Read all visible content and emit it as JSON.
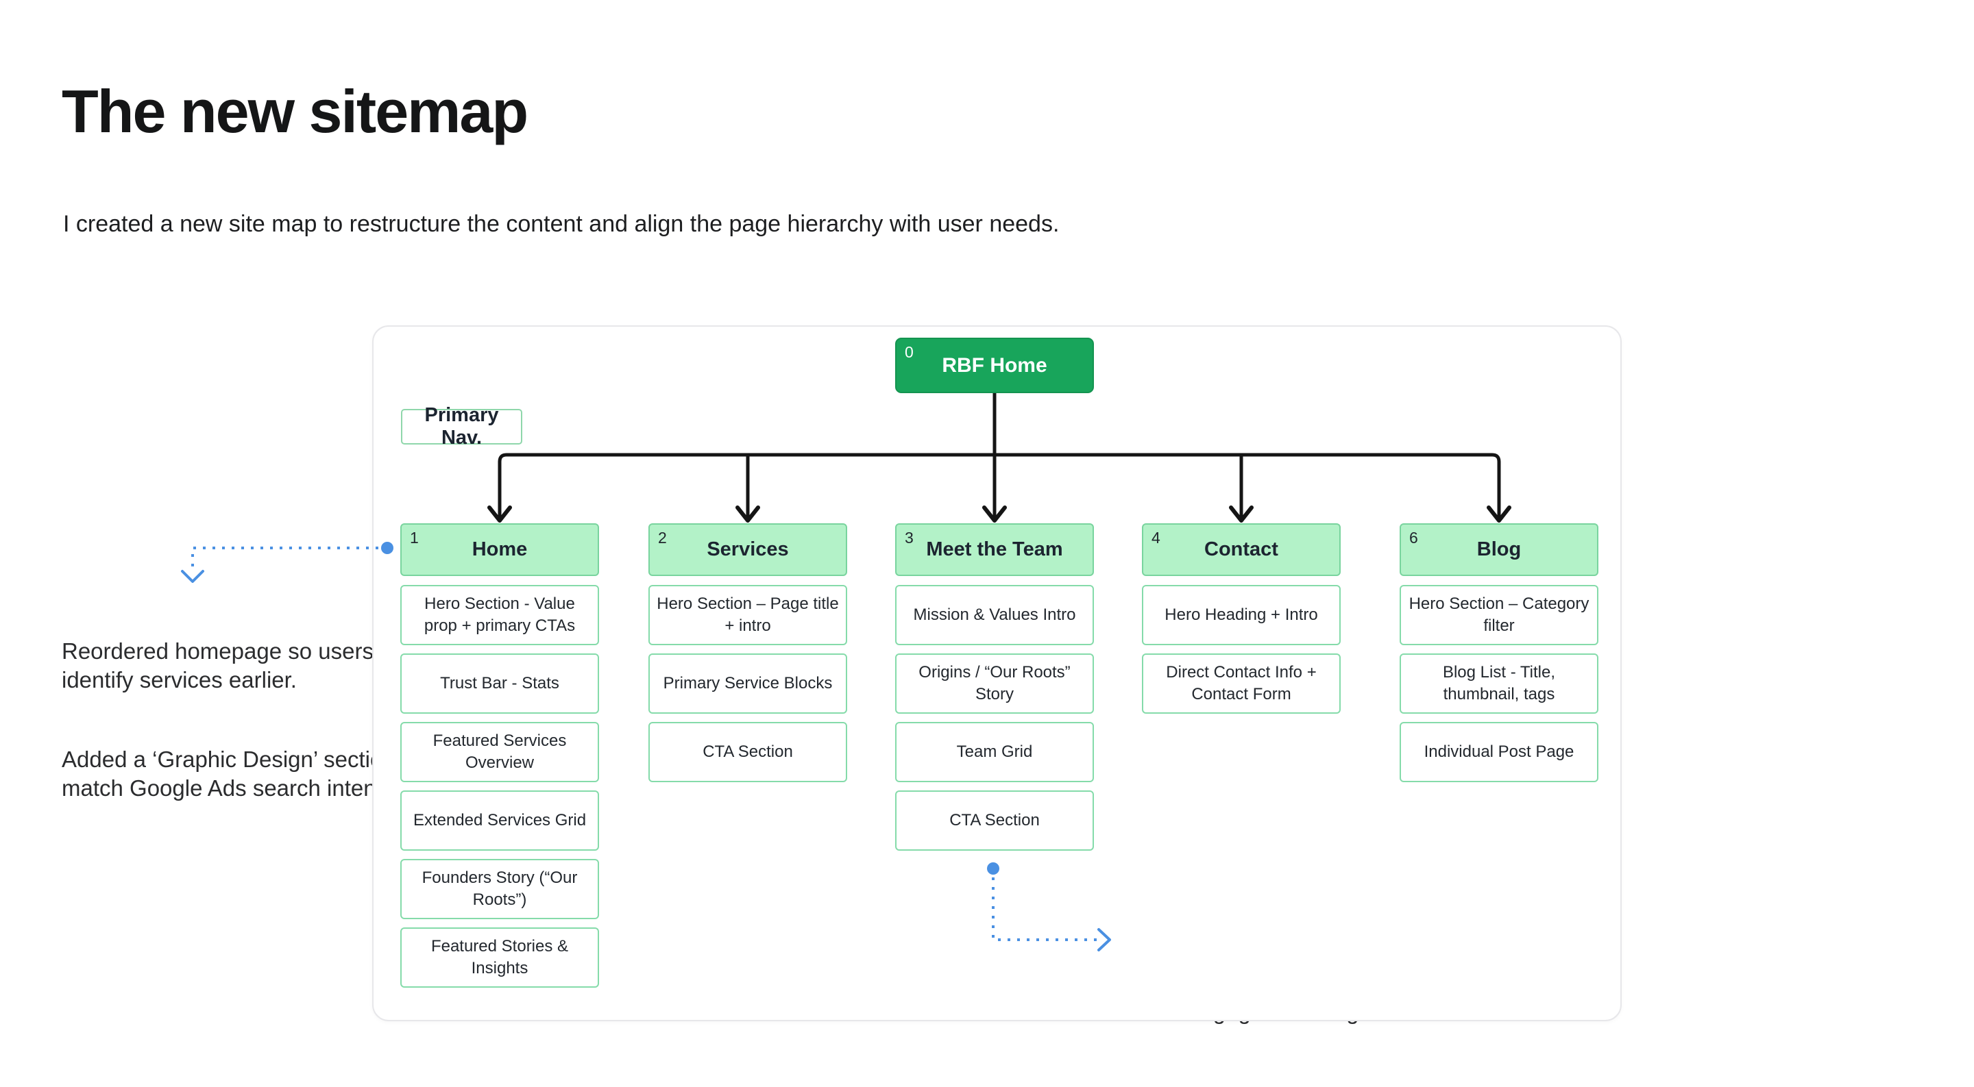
{
  "page": {
    "title": "The new sitemap",
    "intro": "I created a new site map to restructure the content and align the page hierarchy with user needs."
  },
  "colors": {
    "primary_green": "#18a55b",
    "light_green": "#b3f2c8",
    "node_border_green": "#85dbaa",
    "connector_black": "#151515",
    "annotation_blue": "#4a90e2"
  },
  "sitemap": {
    "root": {
      "number": "0",
      "label": "RBF Home"
    },
    "nav_label": "Primary Nav.",
    "columns": [
      {
        "number": "1",
        "label": "Home",
        "children": [
          "Hero Section - Value prop + primary CTAs",
          "Trust Bar - Stats",
          "Featured Services Overview",
          "Extended Services Grid",
          "Founders Story (“Our Roots”)",
          "Featured Stories & Insights"
        ]
      },
      {
        "number": "2",
        "label": "Services",
        "children": [
          "Hero Section – Page title + intro",
          "Primary Service Blocks",
          "CTA Section"
        ]
      },
      {
        "number": "3",
        "label": "Meet the Team",
        "children": [
          "Mission & Values Intro",
          "Origins / “Our Roots” Story",
          "Team Grid",
          "CTA Section"
        ]
      },
      {
        "number": "4",
        "label": "Contact",
        "children": [
          "Hero Heading + Intro",
          "Direct Contact Info + Contact Form"
        ]
      },
      {
        "number": "6",
        "label": "Blog",
        "children": [
          "Hero Section – Category filter",
          "Blog List - Title, thumbnail, tags",
          "Individual Post Page"
        ]
      }
    ]
  },
  "annotations": {
    "homepage_note": {
      "p1": "Reordered homepage so users can\nidentify services earlier.",
      "p2": "Added a ‘Graphic Design’ section to\nmatch Google Ads search intent."
    },
    "mission_note": {
      "p1": "Moved mission blocks to Meet the Team; testers\ndidn’t engage with long text on Home."
    }
  }
}
